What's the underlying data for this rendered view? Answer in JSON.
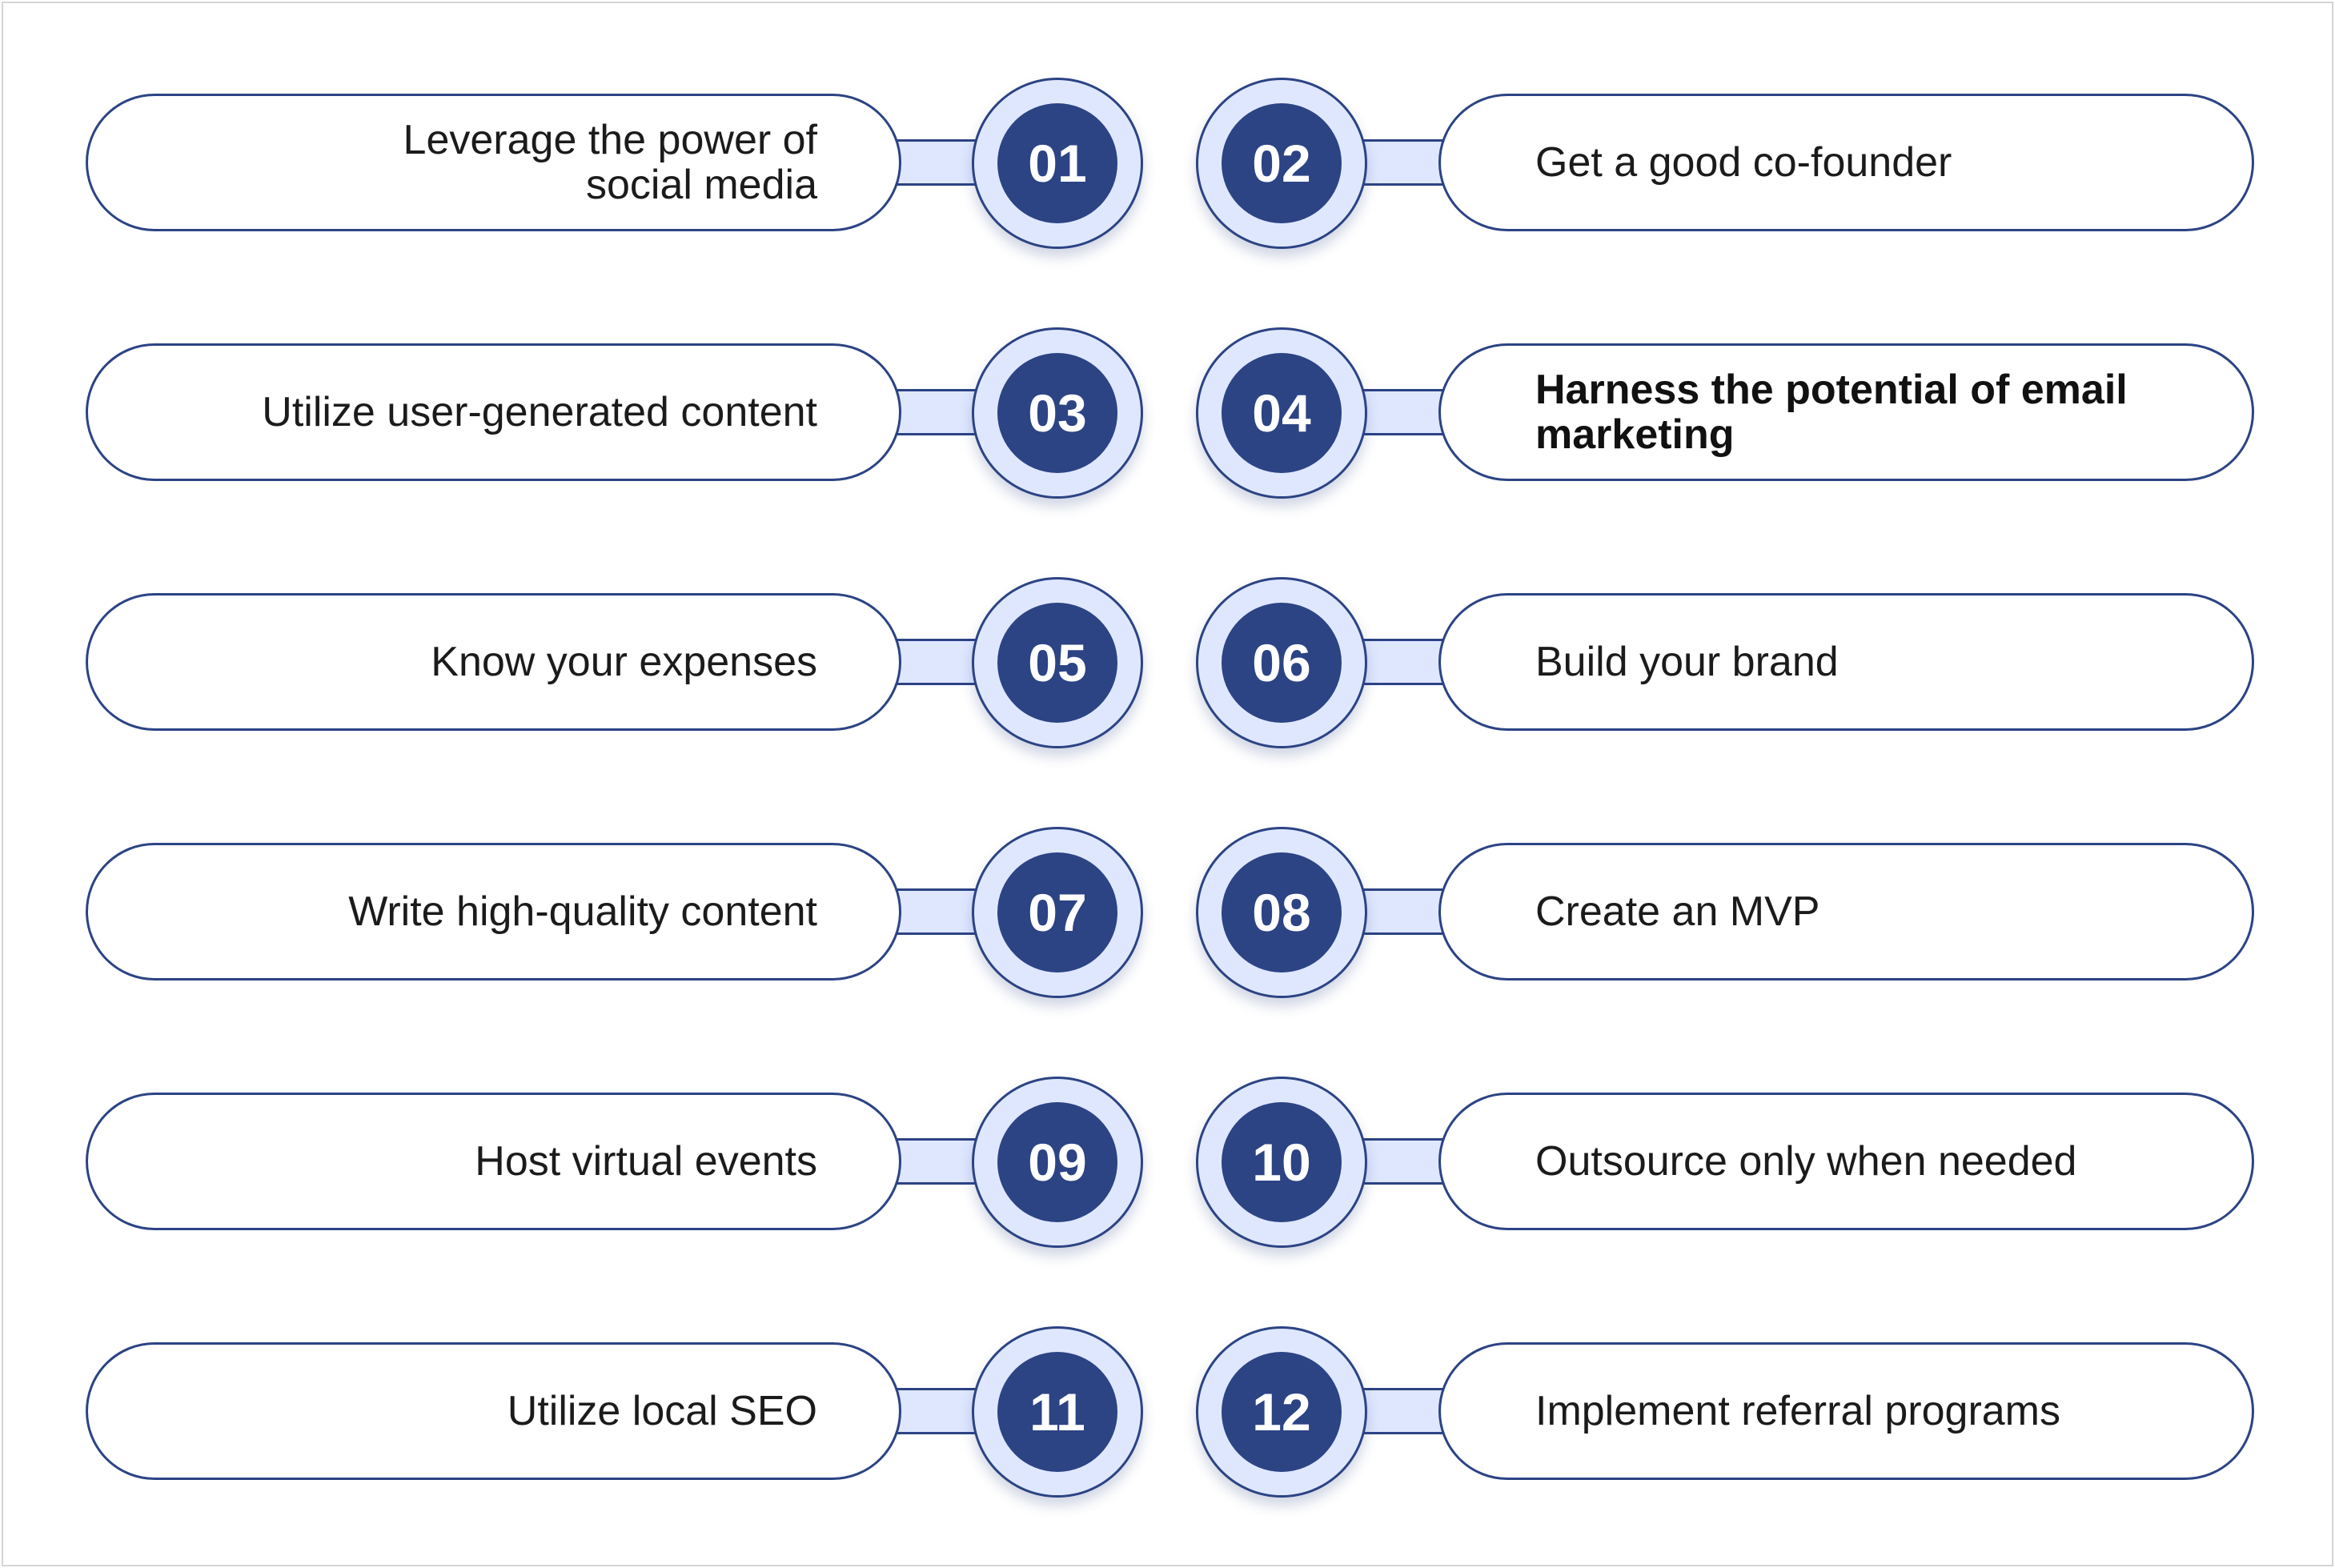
{
  "steps": [
    {
      "num": "01",
      "text": "Leverage the power of social media"
    },
    {
      "num": "02",
      "text": "Get a good co-founder"
    },
    {
      "num": "03",
      "text": "Utilize user-generated content"
    },
    {
      "num": "04",
      "text": "Harness the potential of email marketing"
    },
    {
      "num": "05",
      "text": "Know your expenses"
    },
    {
      "num": "06",
      "text": "Build your brand"
    },
    {
      "num": "07",
      "text": "Write high-quality content"
    },
    {
      "num": "08",
      "text": "Create an MVP"
    },
    {
      "num": "09",
      "text": "Host virtual events"
    },
    {
      "num": "10",
      "text": "Outsource only when needed"
    },
    {
      "num": "11",
      "text": "Utilize local SEO"
    },
    {
      "num": "12",
      "text": "Implement referral programs"
    }
  ],
  "colors": {
    "navy": "#2c4384",
    "light_blue": "#dfe7ff",
    "text": "#1b1b1b"
  }
}
